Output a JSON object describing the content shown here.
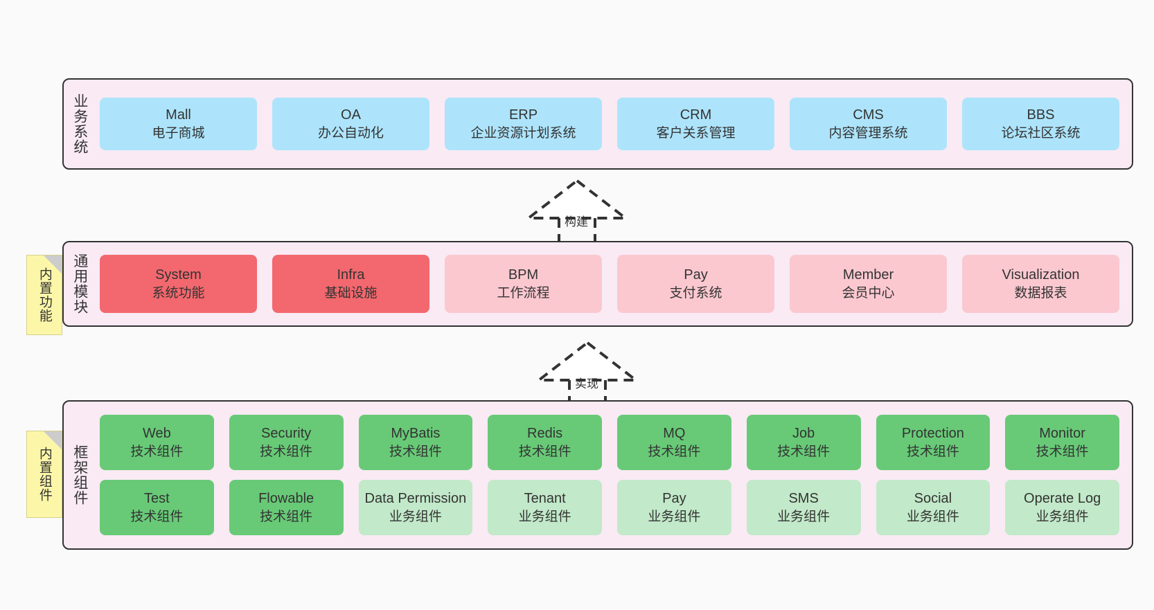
{
  "diagram": {
    "background_color": "#fafafa",
    "band_fill": "#f9eaf4",
    "band_border": "#333333"
  },
  "side_tabs": [
    {
      "label": "内置功能",
      "name": "built-in-features-tab",
      "color": "#fcf7a8"
    },
    {
      "label": "内置组件",
      "name": "built-in-components-tab",
      "color": "#fcf7a8"
    }
  ],
  "connectors": [
    {
      "label": "构建",
      "name": "connector-build"
    },
    {
      "label": "实现",
      "name": "connector-implement"
    }
  ],
  "layers": [
    {
      "title": "业务系统",
      "name": "layer-business-systems",
      "rows": [
        [
          {
            "t1": "Mall",
            "t2": "电子商城",
            "color": "#ade4fb"
          },
          {
            "t1": "OA",
            "t2": "办公自动化",
            "color": "#ade4fb"
          },
          {
            "t1": "ERP",
            "t2": "企业资源计划系统",
            "color": "#ade4fb"
          },
          {
            "t1": "CRM",
            "t2": "客户关系管理",
            "color": "#ade4fb"
          },
          {
            "t1": "CMS",
            "t2": "内容管理系统",
            "color": "#ade4fb"
          },
          {
            "t1": "BBS",
            "t2": "论坛社区系统",
            "color": "#ade4fb"
          }
        ]
      ]
    },
    {
      "title": "通用模块",
      "name": "layer-common-modules",
      "rows": [
        [
          {
            "t1": "System",
            "t2": "系统功能",
            "color": "#f3686e"
          },
          {
            "t1": "Infra",
            "t2": "基础设施",
            "color": "#f3686e"
          },
          {
            "t1": "BPM",
            "t2": "工作流程",
            "color": "#fbc8d0"
          },
          {
            "t1": "Pay",
            "t2": "支付系统",
            "color": "#fbc8d0"
          },
          {
            "t1": "Member",
            "t2": "会员中心",
            "color": "#fbc8d0"
          },
          {
            "t1": "Visualization",
            "t2": "数据报表",
            "color": "#fbc8d0"
          }
        ]
      ]
    },
    {
      "title": "框架组件",
      "name": "layer-framework-components",
      "rows": [
        [
          {
            "t1": "Web",
            "t2": "技术组件",
            "color": "#68ca77"
          },
          {
            "t1": "Security",
            "t2": "技术组件",
            "color": "#68ca77"
          },
          {
            "t1": "MyBatis",
            "t2": "技术组件",
            "color": "#68ca77"
          },
          {
            "t1": "Redis",
            "t2": "技术组件",
            "color": "#68ca77"
          },
          {
            "t1": "MQ",
            "t2": "技术组件",
            "color": "#68ca77"
          },
          {
            "t1": "Job",
            "t2": "技术组件",
            "color": "#68ca77"
          },
          {
            "t1": "Protection",
            "t2": "技术组件",
            "color": "#68ca77"
          },
          {
            "t1": "Monitor",
            "t2": "技术组件",
            "color": "#68ca77"
          }
        ],
        [
          {
            "t1": "Test",
            "t2": "技术组件",
            "color": "#68ca77"
          },
          {
            "t1": "Flowable",
            "t2": "技术组件",
            "color": "#68ca77"
          },
          {
            "t1": "Data Permission",
            "t2": "业务组件",
            "color": "#c2e9c9"
          },
          {
            "t1": "Tenant",
            "t2": "业务组件",
            "color": "#c2e9c9"
          },
          {
            "t1": "Pay",
            "t2": "业务组件",
            "color": "#c2e9c9"
          },
          {
            "t1": "SMS",
            "t2": "业务组件",
            "color": "#c2e9c9"
          },
          {
            "t1": "Social",
            "t2": "业务组件",
            "color": "#c2e9c9"
          },
          {
            "t1": "Operate Log",
            "t2": "业务组件",
            "color": "#c2e9c9"
          }
        ]
      ]
    }
  ]
}
